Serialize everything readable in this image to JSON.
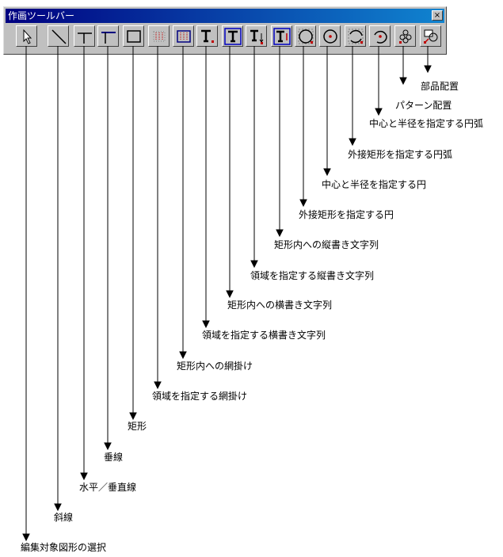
{
  "window": {
    "title": "作画ツールバー",
    "close_glyph": "×"
  },
  "toolbar": {
    "buttons": [
      {
        "icon": "select-arrow-icon",
        "label": "編集対象図形の選択"
      },
      {
        "icon": "diagonal-line-icon",
        "label": "斜線"
      },
      {
        "icon": "horizontal-vertical-line-icon",
        "label": "水平／垂直線"
      },
      {
        "icon": "perpendicular-line-icon",
        "label": "垂線"
      },
      {
        "icon": "rectangle-icon",
        "label": "矩形"
      },
      {
        "icon": "hatch-region-icon",
        "label": "領域を指定する網掛け"
      },
      {
        "icon": "hatch-in-rect-icon",
        "label": "矩形内への網掛け"
      },
      {
        "icon": "horizontal-text-region-icon",
        "label": "領域を指定する横書き文字列"
      },
      {
        "icon": "horizontal-text-in-rect-icon",
        "label": "矩形内への横書き文字列"
      },
      {
        "icon": "vertical-text-region-icon",
        "label": "領域を指定する縦書き文字列"
      },
      {
        "icon": "vertical-text-in-rect-icon",
        "label": "矩形内への縦書き文字列"
      },
      {
        "icon": "circle-bounding-rect-icon",
        "label": "外接矩形を指定する円"
      },
      {
        "icon": "circle-center-radius-icon",
        "label": "中心と半径を指定する円"
      },
      {
        "icon": "arc-bounding-rect-icon",
        "label": "外接矩形を指定する円弧"
      },
      {
        "icon": "arc-center-radius-icon",
        "label": "中心と半径を指定する円弧"
      },
      {
        "icon": "pattern-placement-icon",
        "label": "パターン配置"
      },
      {
        "icon": "part-placement-icon",
        "label": "部品配置"
      }
    ]
  }
}
